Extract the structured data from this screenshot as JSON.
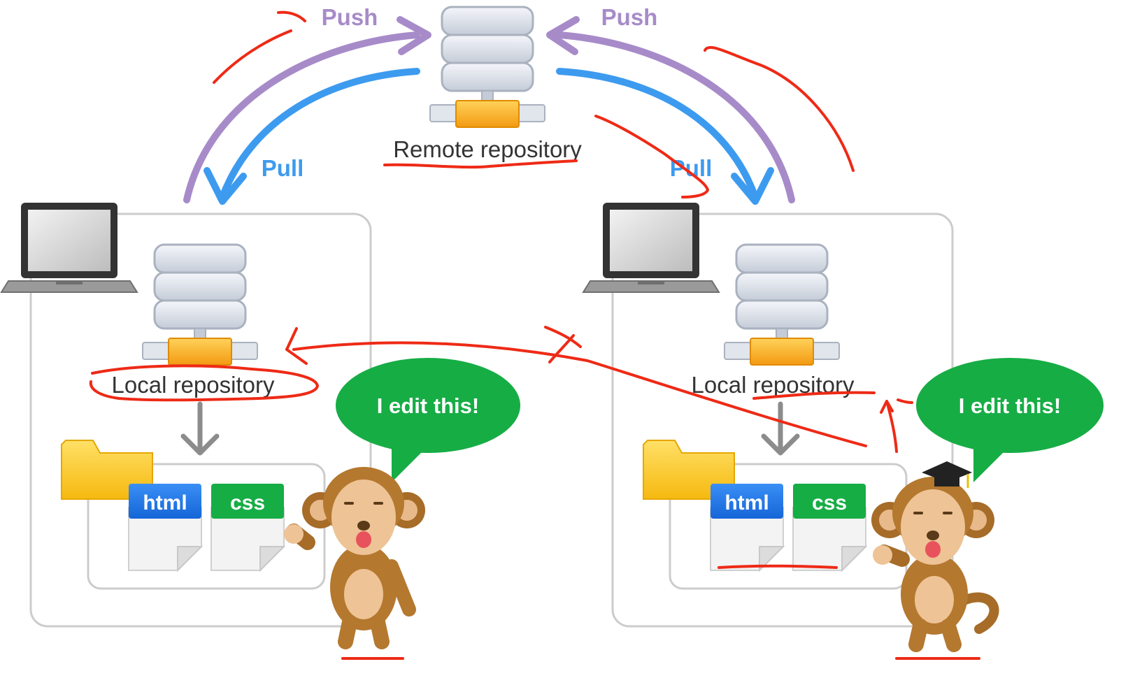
{
  "remote": {
    "label": "Remote repository"
  },
  "arrows": {
    "push_left": "Push",
    "push_right": "Push",
    "pull_left": "Pull",
    "pull_right": "Pull"
  },
  "left": {
    "local_label": "Local repository",
    "speech": "I edit this!",
    "files": [
      "html",
      "css"
    ]
  },
  "right": {
    "local_label": "Local repository",
    "speech": "I edit this!",
    "files": [
      "html",
      "css"
    ]
  },
  "colors": {
    "push": "#a78bc9",
    "pull": "#3d9bef",
    "speech": "#16ad45",
    "annotation": "#ee2a16",
    "db_plate": "#f5a623",
    "file_html": "#1a73e8",
    "file_css": "#16ad45",
    "monkey": "#b4782f"
  },
  "icons": [
    "database-icon",
    "laptop-icon",
    "folder-icon",
    "file-icon",
    "monkey-icon",
    "graduation-cap-icon",
    "speech-bubble-icon"
  ]
}
